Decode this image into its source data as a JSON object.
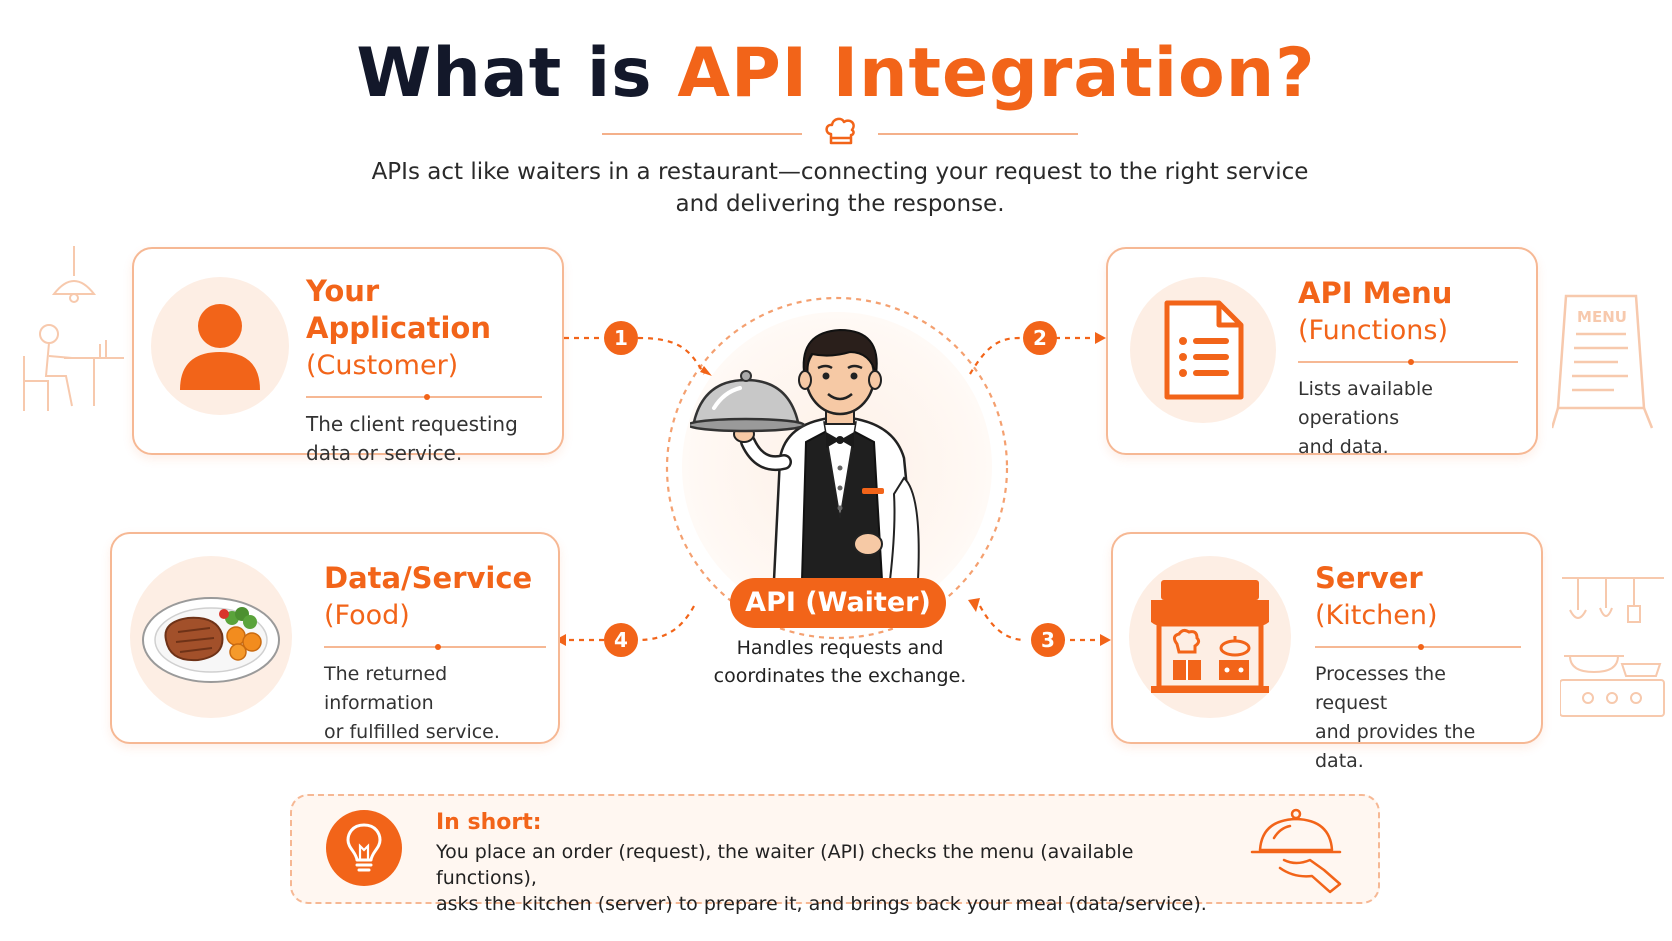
{
  "header": {
    "title_part1": "What is ",
    "title_part2": "API Integration?",
    "subtitle_line1": "APIs act like waiters in a restaurant—connecting your request to the right service",
    "subtitle_line2": "and delivering the response."
  },
  "cards": [
    {
      "title": "Your Application",
      "subtitle": "(Customer)",
      "desc1": "The client requesting",
      "desc2": "data or service.",
      "icon": "user-icon"
    },
    {
      "title": "API Menu",
      "subtitle": "(Functions)",
      "desc1": "Lists available operations",
      "desc2": "and data.",
      "icon": "document-list-icon"
    },
    {
      "title": "Data/Service",
      "subtitle": "(Food)",
      "desc1": "The returned information",
      "desc2": "or fulfilled service.",
      "icon": "food-plate-icon"
    },
    {
      "title": "Server",
      "subtitle": "(Kitchen)",
      "desc1": "Processes the request",
      "desc2": "and provides the data.",
      "icon": "kitchen-icon"
    }
  ],
  "steps": [
    "1",
    "2",
    "3",
    "4"
  ],
  "center": {
    "label": "API (Waiter)",
    "desc1": "Handles requests and",
    "desc2": "coordinates the exchange.",
    "icon": "waiter-icon"
  },
  "summary": {
    "title": "In short:",
    "line1": "You place an order (request), the waiter (API) checks the menu (available functions),",
    "line2": "asks the kitchen (server) to prepare it, and brings back your meal (data/service).",
    "icon": "lightbulb-icon"
  },
  "decor": {
    "menu_board_text": "MENU"
  },
  "colors": {
    "accent": "#f26419",
    "title_dark": "#13182a",
    "border": "#f6b894",
    "icon_bg": "#fdeee4"
  }
}
